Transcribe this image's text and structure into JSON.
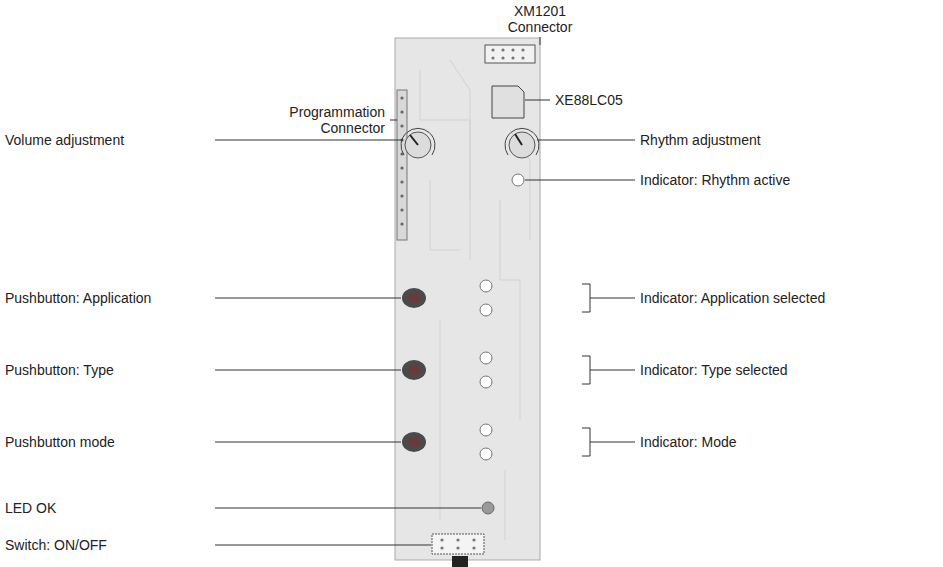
{
  "diagram": {
    "labels": [
      "XM1201 Connector",
      "Programmation Connector",
      "XE88LC05",
      "Volume adjustment",
      "Rhythm adjustment",
      "Indicator: Rhythm active",
      "Pushbutton: Application",
      "Indicator: Application selected",
      "Pushbutton: Type",
      "Indicator: Type selected",
      "Pushbutton mode",
      "Indicator: Mode",
      "LED OK",
      "Switch: ON/OFF"
    ]
  }
}
